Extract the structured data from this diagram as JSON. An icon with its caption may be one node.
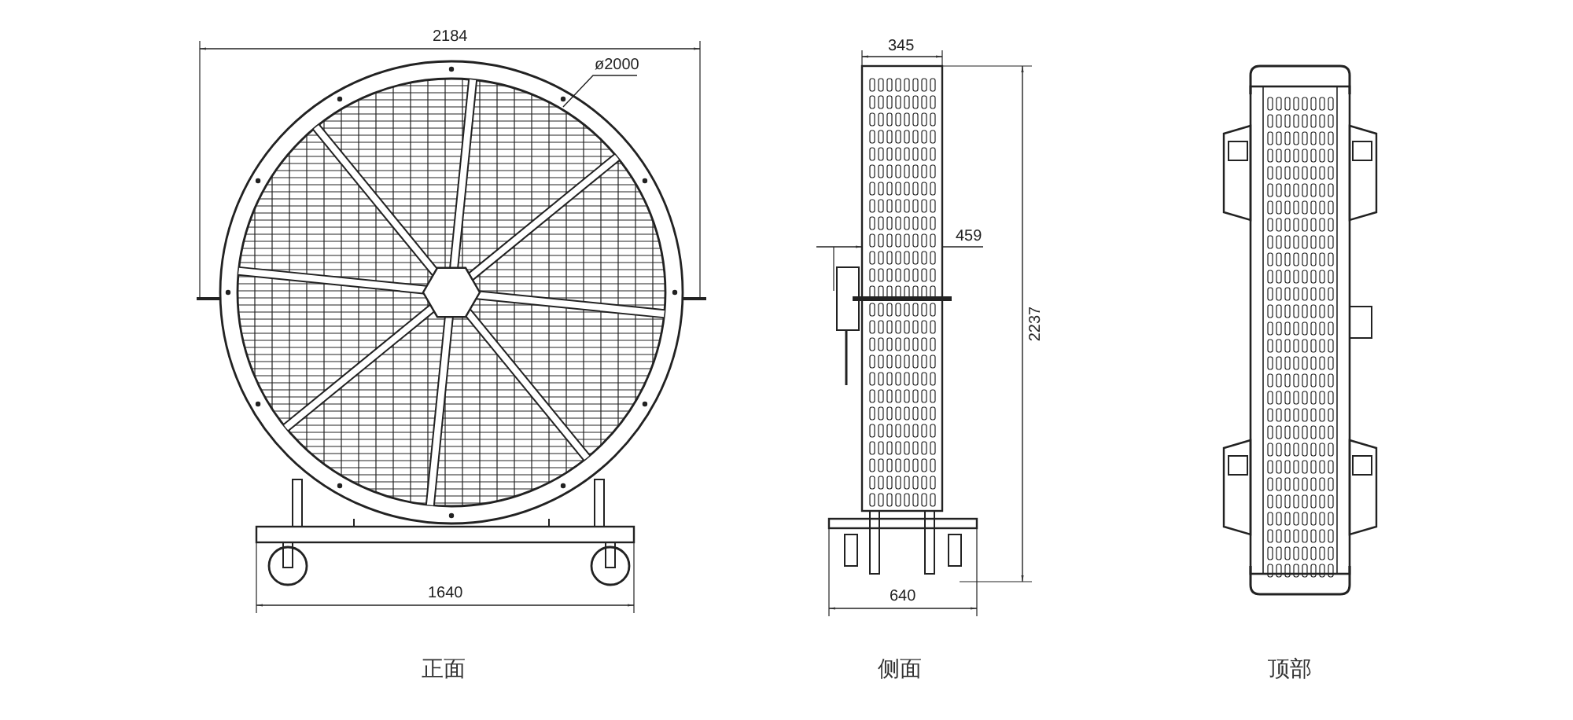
{
  "diagram": {
    "labels": [
      "2184",
      "345",
      "ø2000",
      "459",
      "2237",
      "1640",
      "640",
      "正面",
      "侧面",
      "顶部"
    ]
  }
}
